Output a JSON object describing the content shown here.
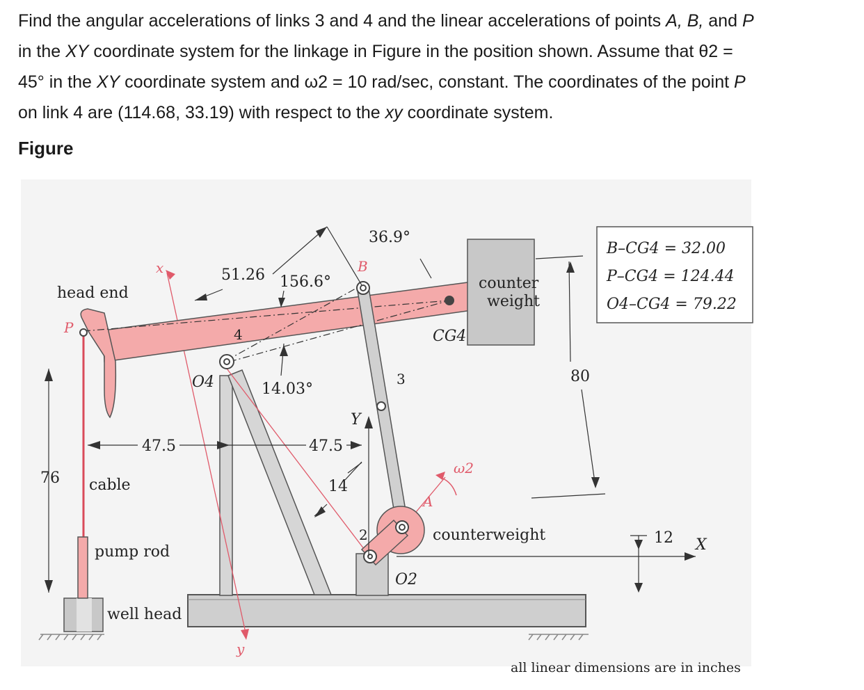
{
  "problem": {
    "line1_a": "Find the angular accelerations of links 3 and 4 and the linear accelerations of points ",
    "line1_pts": "A, B,",
    "line1_b": " and ",
    "line1_p": "P",
    "line2_a": "in the ",
    "line2_xy": "XY",
    "line2_b": " coordinate system for the linkage in Figure in the position shown. Assume that θ2 =",
    "line3_a": "45° in the ",
    "line3_xy": "XY",
    "line3_b": " coordinate system and ω2 = 10 rad/sec, constant. The coordinates of the point ",
    "line3_p": "P",
    "line4_a": "on link 4 are (114.68, 33.19) with respect to the ",
    "line4_xy": "xy",
    "line4_b": " coordinate system."
  },
  "figure_heading": "Figure",
  "figure": {
    "labels": {
      "head_end": "head end",
      "p": "P",
      "x_axis_local": "x",
      "dim_51_26": "51.26",
      "angle_156_6": "156.6°",
      "angle_36_9": "36.9°",
      "b": "B",
      "counter_weight_1": "counter",
      "counter_weight_2": "weight",
      "cg4": "CG4",
      "link4": "4",
      "o4": "O4",
      "angle_14_03": "14.03°",
      "link3": "3",
      "dim_80": "80",
      "dim_47_5_left": "47.5",
      "dim_47_5_right": "47.5",
      "y_axis_global": "Y",
      "dim_76": "76",
      "cable": "cable",
      "dim_14": "14",
      "omega2": "ω2",
      "a": "A",
      "link2": "2",
      "counterweight": "counterweight",
      "dim_12": "12",
      "x_axis_global": "X",
      "pump_rod": "pump rod",
      "o2": "O2",
      "well_head": "well head",
      "y_axis_local": "y",
      "note": "all linear dimensions are in inches"
    },
    "table": [
      "B–CG4 = 32.00",
      "P–CG4 = 124.44",
      "O4–CG4 = 79.22"
    ]
  }
}
